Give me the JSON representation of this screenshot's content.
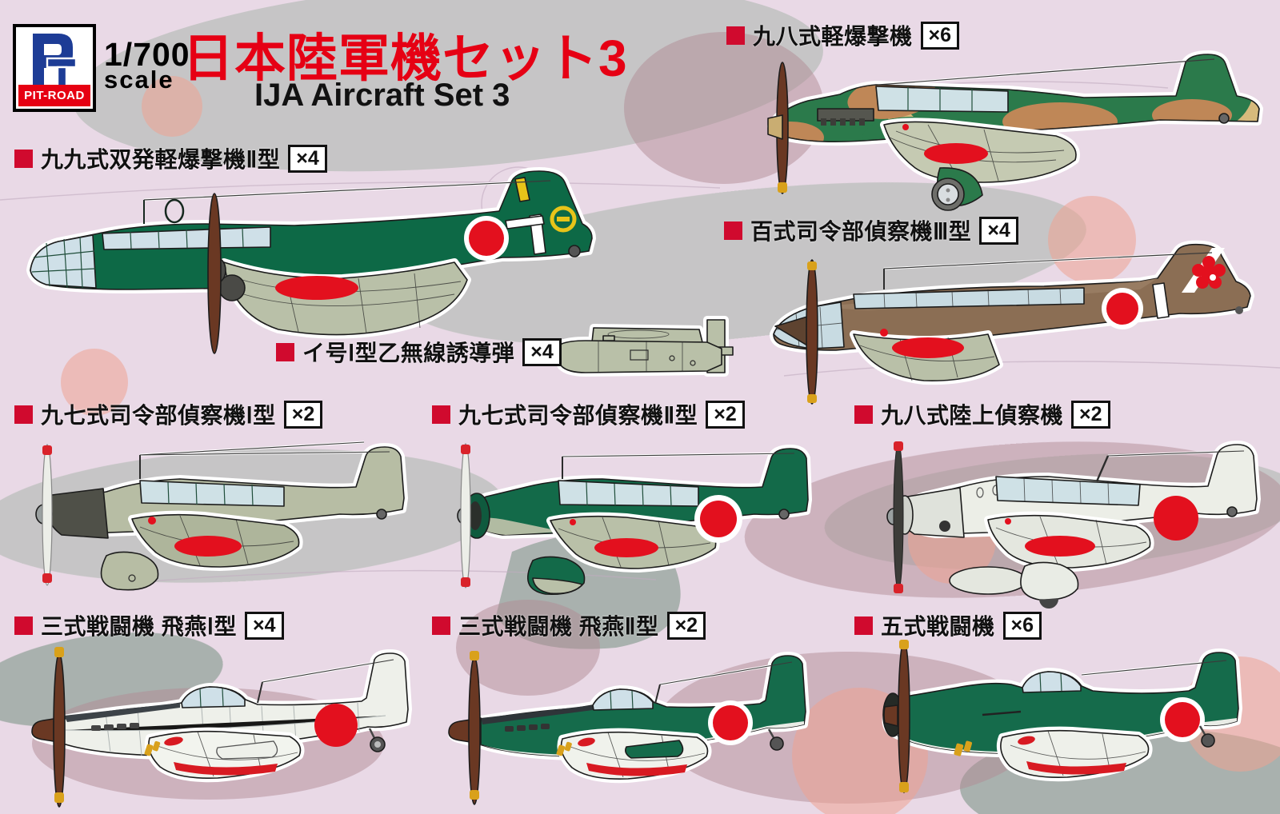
{
  "header": {
    "brand": "PIT-ROAD",
    "scale_line1": "1/700",
    "scale_line2": "scale",
    "title_jp": "日本陸軍機セット3",
    "title_en": "IJA Aircraft Set 3"
  },
  "items": [
    {
      "id": "ki32",
      "label": "九八式軽爆撃機",
      "count": "×6"
    },
    {
      "id": "ki48",
      "label": "九九式双発軽爆撃機Ⅱ型",
      "count": "×4"
    },
    {
      "id": "ki46",
      "label": "百式司令部偵察機Ⅲ型",
      "count": "×4"
    },
    {
      "id": "igo",
      "label": "イ号Ⅰ型乙無線誘導弾",
      "count": "×4"
    },
    {
      "id": "ki15a",
      "label": "九七式司令部偵察機Ⅰ型",
      "count": "×2"
    },
    {
      "id": "ki15b",
      "label": "九七式司令部偵察機Ⅱ型",
      "count": "×2"
    },
    {
      "id": "c5m",
      "label": "九八式陸上偵察機",
      "count": "×2"
    },
    {
      "id": "ki61a",
      "label": "三式戦闘機 飛燕Ⅰ型",
      "count": "×4"
    },
    {
      "id": "ki61b",
      "label": "三式戦闘機 飛燕Ⅱ型",
      "count": "×2"
    },
    {
      "id": "ki100",
      "label": "五式戦闘機",
      "count": "×6"
    }
  ],
  "palette": {
    "background_pink": "#e9d9e6",
    "title_red": "#e60014",
    "label_bullet_red": "#d00a2e",
    "hinomaru_red": "#e3101e",
    "dark_green": "#0d6946",
    "fighter_green": "#156b4b",
    "brown_ki46": "#8b6e54",
    "grey_green": "#b9c0a8",
    "camo_tan": "#d8bc7d",
    "camo_brown": "#bf8757",
    "camo_green": "#2b7a4b",
    "light_grey": "#eceee7",
    "prop_brown": "#6a3823",
    "logo_blue": "#1d3c96",
    "logo_red": "#e60012"
  }
}
